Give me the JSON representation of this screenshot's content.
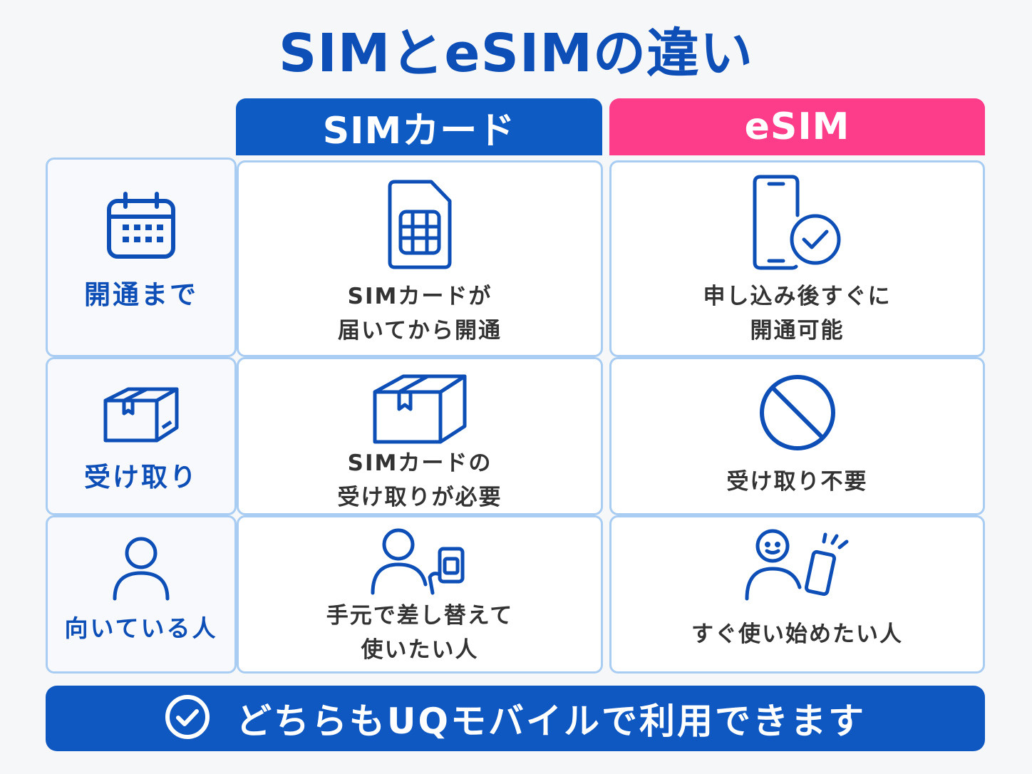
{
  "title": "SIMとeSIMの違い",
  "columns": {
    "sim": "SIMカード",
    "esim": "eSIM"
  },
  "rows": [
    {
      "header": "開通まで",
      "header_icon": "calendar-icon",
      "sim_lines": [
        "SIMカードが",
        "届いてから開通"
      ],
      "sim_icon": "sim-card-icon",
      "esim_lines": [
        "申し込み後すぐに",
        "開通可能"
      ],
      "esim_icon": "phone-check-icon"
    },
    {
      "header": "受け取り",
      "header_icon": "box-icon",
      "sim_lines": [
        "SIMカードの",
        "受け取りが必要"
      ],
      "sim_icon": "box-icon",
      "esim_lines": [
        "受け取り不要"
      ],
      "esim_icon": "prohibited-icon"
    },
    {
      "header": "向いている人",
      "header_icon": "person-icon",
      "sim_lines": [
        "手元で差し替えて",
        "使いたい人"
      ],
      "sim_icon": "person-sim-icon",
      "esim_lines": [
        "すぐ使い始めたい人"
      ],
      "esim_icon": "person-phone-icon"
    }
  ],
  "banner": {
    "text": "どちらもUQモバイルで利用できます",
    "icon": "check-circle-icon"
  },
  "colors": {
    "primary_blue": "#0f5bc4",
    "esim_pink": "#fd3c8a",
    "cell_border": "#a9ccf3",
    "dark_blue": "#0d4fb6"
  }
}
